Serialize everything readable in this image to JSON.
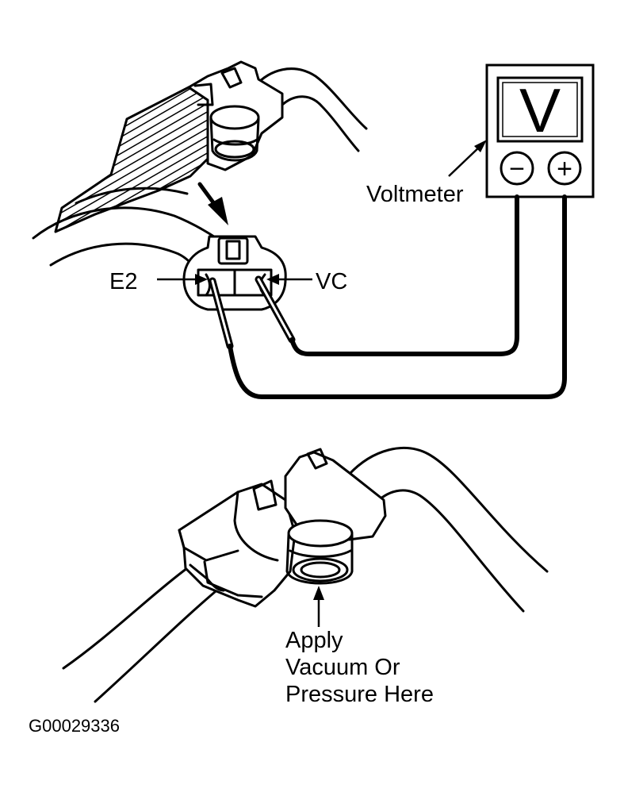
{
  "labels": {
    "meter_symbol": "V",
    "meter_minus": "−",
    "meter_plus": "+",
    "voltmeter": "Voltmeter",
    "pin_e2": "E2",
    "pin_vc": "VC",
    "apply_line1": "Apply",
    "apply_line2": "Vacuum Or",
    "apply_line3": "Pressure Here",
    "figure_code": "G00029336"
  },
  "colors": {
    "ink": "#000000",
    "paper": "#ffffff"
  }
}
